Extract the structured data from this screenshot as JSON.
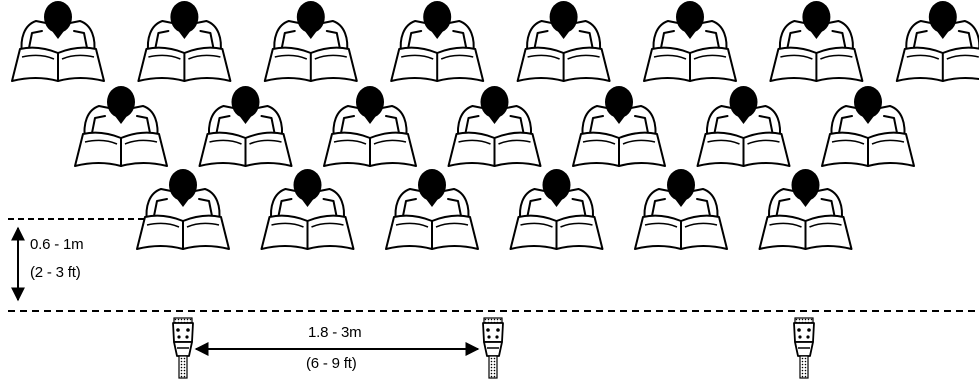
{
  "rows": [
    {
      "row": 1,
      "singers": 8
    },
    {
      "row": 2,
      "singers": 7
    },
    {
      "row": 3,
      "singers": 6
    }
  ],
  "microphones": 3,
  "annotations": {
    "vertical_distance_metric": "0.6 - 1m",
    "vertical_distance_imperial": "(2 - 3 ft)",
    "mic_spacing_metric": "1.8 - 3m",
    "mic_spacing_imperial": "(6 - 9 ft)"
  },
  "colors": {
    "ink": "#000000",
    "background": "#ffffff"
  }
}
